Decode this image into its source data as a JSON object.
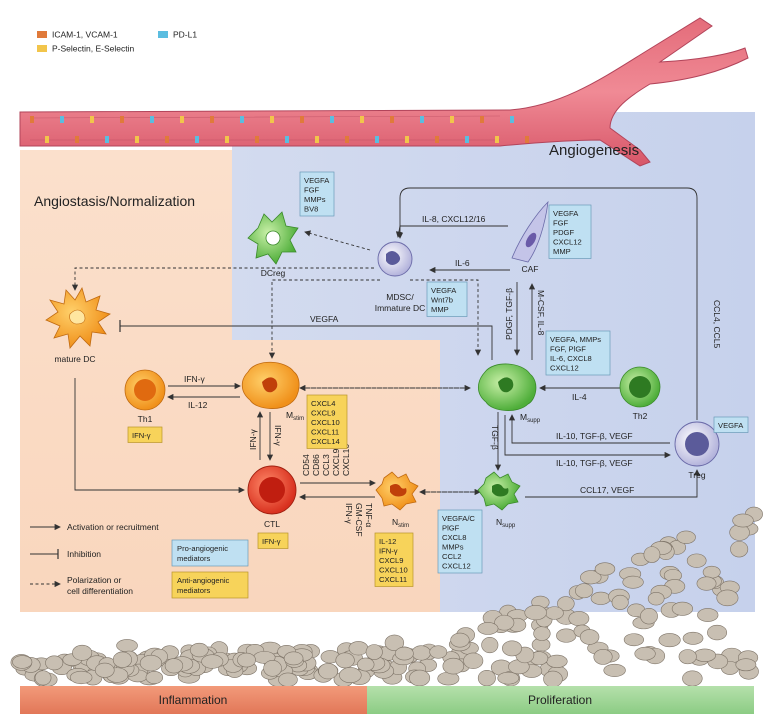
{
  "legend_top": {
    "icam": "ICAM-1, VCAM-1",
    "selectin": "P-Selectin, E-Selectin",
    "pdl1": "PD-L1",
    "colors": {
      "icam": "#e07a3a",
      "selectin": "#f2c54b",
      "pdl1": "#5bbde0"
    }
  },
  "regions": {
    "angiogenesis": "Angiogenesis",
    "angiostasis": "Angiostasis/Normalization"
  },
  "cells": {
    "dcreg": "DCreg",
    "mdsc_line1": "MDSC/",
    "mdsc_line2": "Immature DC",
    "caf": "CAF",
    "mature_dc": "mature DC",
    "th1": "Th1",
    "m_stim": "M",
    "m_stim_sub": "stim",
    "m_supp": "M",
    "m_supp_sub": "supp",
    "th2": "Th2",
    "treg": "Treg",
    "ctl": "CTL",
    "n_stim": "N",
    "n_stim_sub": "stim",
    "n_supp": "N",
    "n_supp_sub": "supp"
  },
  "boxes": {
    "dcreg": [
      "VEGFA",
      "FGF",
      "MMPs",
      "BV8"
    ],
    "caf": [
      "VEGFA",
      "FGF",
      "PDGF",
      "CXCL12",
      "MMP"
    ],
    "mdsc": [
      "VEGFA",
      "Wnt7b",
      "MMP"
    ],
    "m_supp": [
      "VEGFA, MMPs",
      "FGF, PlGF",
      "IL-6, CXCL8",
      "CXCL12"
    ],
    "treg": [
      "VEGFA"
    ],
    "m_stim": [
      "CXCL4",
      "CXCL9",
      "CXCL10",
      "CXCL11",
      "CXCL14"
    ],
    "th1": [
      "IFN-γ"
    ],
    "ctl": [
      "IFN-γ"
    ],
    "n_stim": [
      "IL-12",
      "IFN-γ",
      "CXCL9",
      "CXCL10",
      "CXCL11"
    ],
    "n_supp": [
      "VEGFA/C",
      "PlGF",
      "CXCL8",
      "MMPs",
      "CCL2",
      "CXCL12"
    ]
  },
  "arrow_labels": {
    "il8_cxcl12": "IL-8, CXCL12/16",
    "il6": "IL-6",
    "vegfa": "VEGFA",
    "pdgf_tgfb": "PDGF, TGF-β",
    "mcsf_il8": "M-CSF, IL-8",
    "ccl4_ccl5": "CCL4, CCL5",
    "ifng_th1": "IFN-γ",
    "il12_th1": "IL-12",
    "ifng_v1": "IFN-γ",
    "ifng_v2": "IFN-γ",
    "il4": "IL-4",
    "tgfb": "TGF-β",
    "il10_a": "IL-10, TGF-β, VEGF",
    "il10_b": "IL-10, TGF-β, VEGF",
    "ccl17": "CCL17, VEGF",
    "ctl_out": [
      "CD54",
      "CD86",
      "CCL3",
      "CXCL9",
      "CXCL10"
    ],
    "n_in": [
      "IFN-γ",
      "GM-CSF",
      "TNF-α"
    ]
  },
  "legend_bottom": {
    "activation": "Activation or recruitment",
    "inhibition": "Inhibition",
    "polarization_1": "Polarization or",
    "polarization_2": "cell differentiation",
    "pro_1": "Pro-angiogenic",
    "pro_2": "mediators",
    "anti_1": "Anti-angiogenic",
    "anti_2": "mediators"
  },
  "bottom_bar": {
    "inflammation": "Inflammation",
    "proliferation": "Proliferation",
    "colors": {
      "inflammation": "#e98866",
      "proliferation": "#9fd497"
    }
  }
}
